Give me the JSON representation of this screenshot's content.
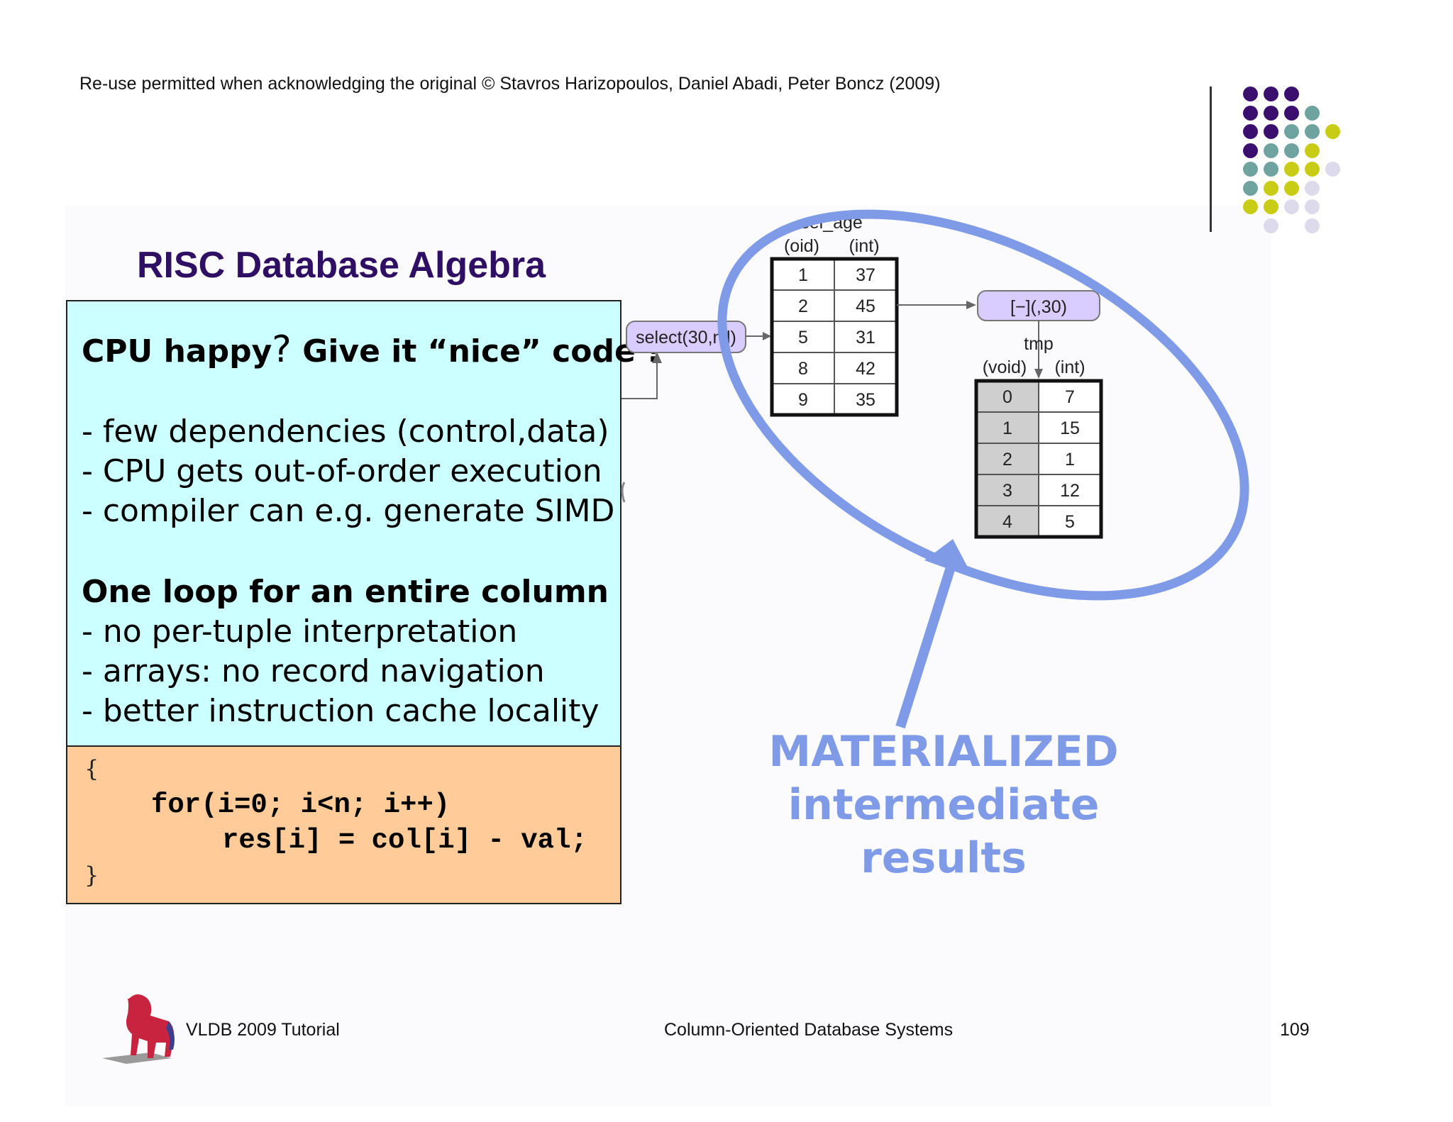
{
  "header": {
    "copyright": "Re-use permitted when acknowledging the original © Stavros Harizopoulos, Daniel Abadi, Peter Boncz (2009)"
  },
  "title": "RISC Database Algebra",
  "text_box": {
    "heading_a": "CPU happy",
    "heading_q": "?",
    "heading_b": " Give it “nice” code !",
    "bullets1": [
      "- few dependencies (control,data)",
      "- CPU gets out-of-order execution",
      "- compiler can e.g. generate SIMD"
    ],
    "heading2": "One loop for an entire column",
    "bullets2": [
      "- no per-tuple interpretation",
      "- arrays: no record navigation",
      "- better instruction cache locality"
    ]
  },
  "code_box": {
    "open_brace": "{",
    "line1": "for(i=0; i<n; i++)",
    "line2": "res[i] = col[i] - val;",
    "close_brace": "}"
  },
  "diagram": {
    "select_label": "select(30,nil)",
    "op_label": "[−](,30)",
    "sel_age": {
      "name": "sel_age",
      "col1": "(oid)",
      "col2": "(int)",
      "rows": [
        [
          "1",
          "37"
        ],
        [
          "2",
          "45"
        ],
        [
          "5",
          "31"
        ],
        [
          "8",
          "42"
        ],
        [
          "9",
          "35"
        ]
      ]
    },
    "tmp": {
      "name": "tmp",
      "col1": "(void)",
      "col2": "(int)",
      "rows": [
        [
          "0",
          "7"
        ],
        [
          "1",
          "15"
        ],
        [
          "2",
          "1"
        ],
        [
          "3",
          "12"
        ],
        [
          "4",
          "5"
        ]
      ]
    },
    "annotation": [
      "MATERIALIZED",
      "intermediate",
      "results"
    ],
    "annotation_color": "#7f9be8",
    "op_box_color": "#d9ccff"
  },
  "decoration": {
    "colors": {
      "purple": "#3a0f6e",
      "teal": "#6fa3a0",
      "yellow": "#c8cc14",
      "lavender": "#dcdaeb"
    },
    "grid": [
      [
        "purple",
        "purple",
        "purple",
        null,
        null
      ],
      [
        "purple",
        "purple",
        "purple",
        "teal",
        null
      ],
      [
        "purple",
        "purple",
        "teal",
        "teal",
        "yellow"
      ],
      [
        "purple",
        "teal",
        "teal",
        "yellow",
        null
      ],
      [
        "teal",
        "teal",
        "yellow",
        "yellow",
        "lavender"
      ],
      [
        "teal",
        "yellow",
        "yellow",
        "lavender",
        null
      ],
      [
        "yellow",
        "yellow",
        "lavender",
        "lavender",
        null
      ],
      [
        null,
        "lavender",
        null,
        "lavender",
        null
      ]
    ]
  },
  "footer": {
    "left": "VLDB 2009 Tutorial",
    "center": "Column-Oriented Database Systems",
    "page": "109",
    "logo_icon": "lion-logo-icon"
  }
}
